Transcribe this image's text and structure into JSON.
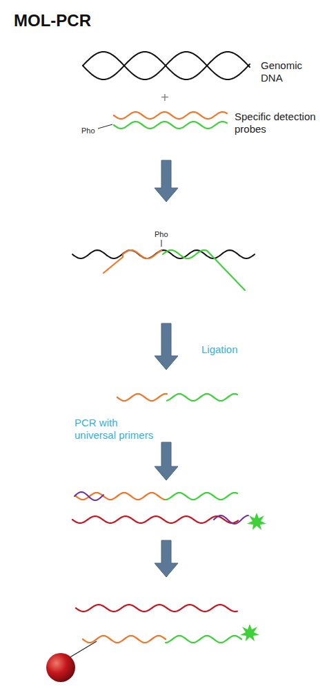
{
  "diagram": {
    "title": "MOL-PCR",
    "labels": [
      "Genomic DNA",
      "+",
      "Specific detection probes",
      "Pho",
      "Pho",
      "Ligation",
      "PCR with universal primers"
    ]
  }
}
